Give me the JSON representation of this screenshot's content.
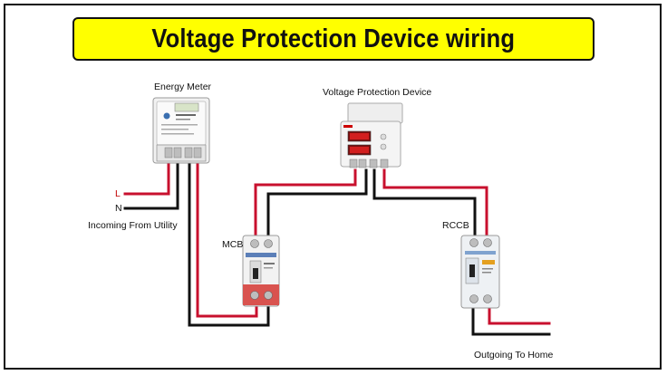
{
  "title": "Voltage Protection Device wiring",
  "labels": {
    "energy_meter": "Energy Meter",
    "vpd": "Voltage Protection Device",
    "mcb": "MCB",
    "rccb": "RCCB",
    "line": "L",
    "neutral": "N",
    "incoming": "Incoming From Utility",
    "outgoing": "Outgoing To Home"
  },
  "colors": {
    "banner": "#ffff00",
    "live_wire": "#c8102e",
    "neutral_wire": "#111111"
  }
}
